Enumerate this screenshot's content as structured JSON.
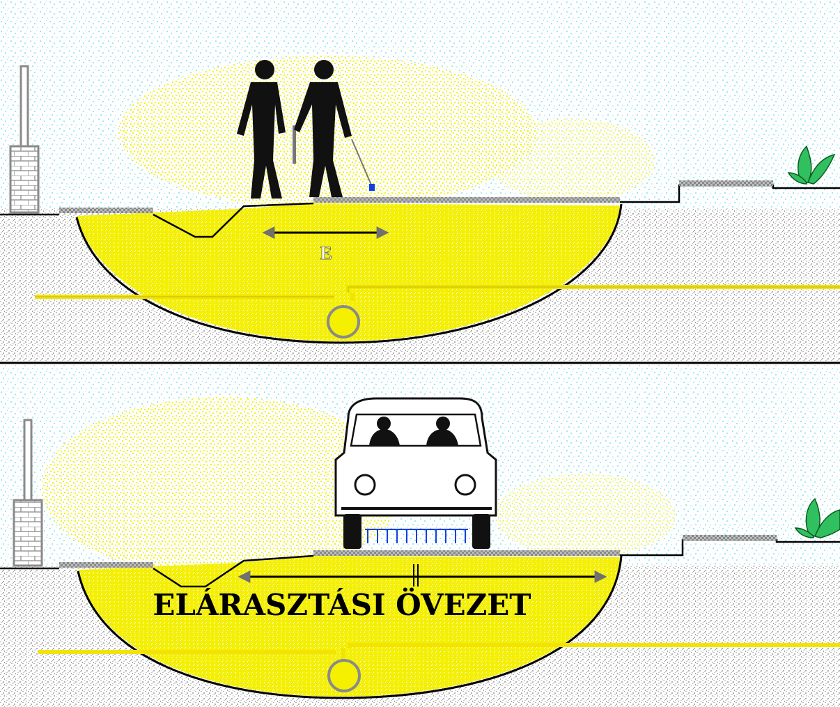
{
  "top_panel": {
    "distance_label": "E"
  },
  "bottom_panel": {
    "zone_label": "ELÁRASZTÁSI ÖVEZET"
  },
  "colors": {
    "sky_speckle": "#9fe8f2",
    "gas_yellow": "#f4f000",
    "ground_gray": "#b4b4b4",
    "outline": "#000000",
    "arrow_gray": "#707070",
    "pipe_yellow": "#f2e400",
    "plant_green": "#30c060",
    "brick_gray": "#cfcfcf"
  },
  "icons": {
    "chimney": "chimney-icon",
    "plant": "plant-icon",
    "people": "two-people-figure",
    "car": "car-icon"
  }
}
